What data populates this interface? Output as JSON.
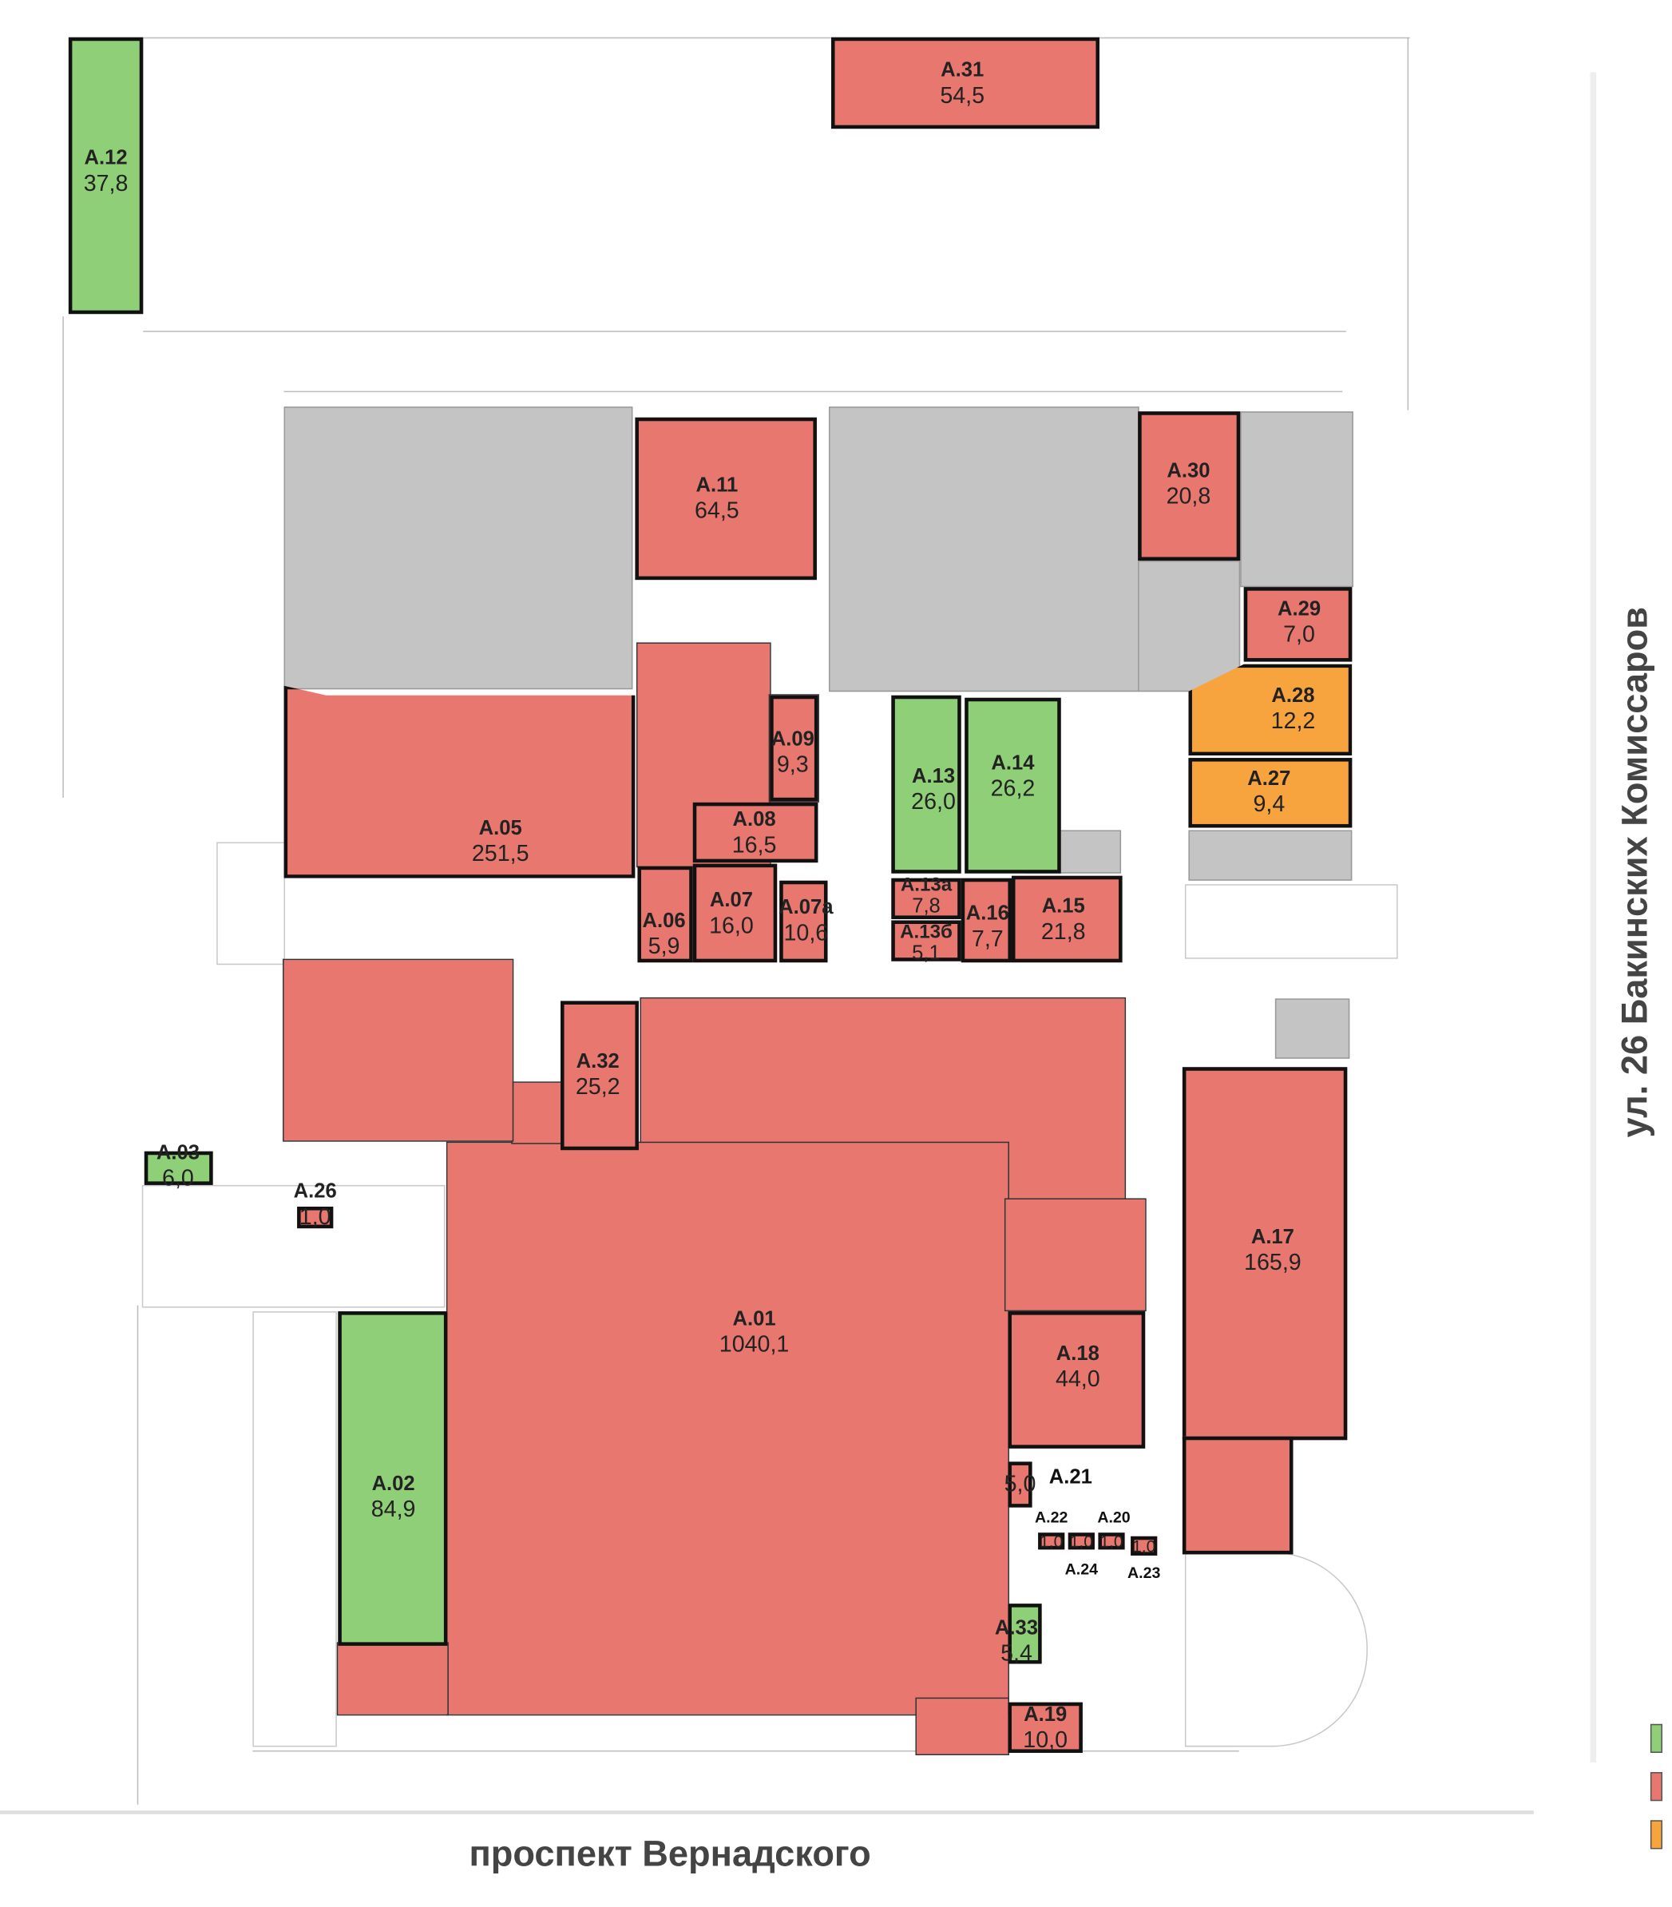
{
  "streets": {
    "right": "ул. 26 Бакинских Комиссаров",
    "bottom": "проспект Вернадского"
  },
  "colors": {
    "leased": "#e8776f",
    "free": "#8fcf78",
    "reserved": "#f8a43e",
    "common": "#c4c4c4"
  },
  "legend": [
    {
      "color": "#8fcf78"
    },
    {
      "color": "#e8776f"
    },
    {
      "color": "#f8a43e"
    }
  ],
  "rooms": [
    {
      "id": "A.01",
      "area": "1040,1",
      "status": "red"
    },
    {
      "id": "A.02",
      "area": "84,9",
      "status": "green"
    },
    {
      "id": "A.03",
      "area": "6,0",
      "status": "green"
    },
    {
      "id": "A.05",
      "area": "251,5",
      "status": "red"
    },
    {
      "id": "A.06",
      "area": "5,9",
      "status": "red"
    },
    {
      "id": "A.07",
      "area": "16,0",
      "status": "red"
    },
    {
      "id": "A.07а",
      "area": "10,6",
      "status": "red"
    },
    {
      "id": "A.08",
      "area": "16,5",
      "status": "red"
    },
    {
      "id": "A.09",
      "area": "9,3",
      "status": "red"
    },
    {
      "id": "A.11",
      "area": "64,5",
      "status": "red"
    },
    {
      "id": "A.12",
      "area": "37,8",
      "status": "green"
    },
    {
      "id": "A.13",
      "area": "26,0",
      "status": "green"
    },
    {
      "id": "A.13а",
      "area": "7,8",
      "status": "red"
    },
    {
      "id": "A.13б",
      "area": "5,1",
      "status": "red"
    },
    {
      "id": "A.14",
      "area": "26,2",
      "status": "green"
    },
    {
      "id": "A.15",
      "area": "21,8",
      "status": "red"
    },
    {
      "id": "A.16",
      "area": "7,7",
      "status": "red"
    },
    {
      "id": "A.17",
      "area": "165,9",
      "status": "red"
    },
    {
      "id": "A.18",
      "area": "44,0",
      "status": "red"
    },
    {
      "id": "A.19",
      "area": "10,0",
      "status": "red"
    },
    {
      "id": "A.20",
      "area": "1,0",
      "status": "red"
    },
    {
      "id": "A.21",
      "area": "5,0",
      "status": "red"
    },
    {
      "id": "A.22",
      "area": "1,0",
      "status": "red"
    },
    {
      "id": "A.23",
      "area": "1,0",
      "status": "red"
    },
    {
      "id": "A.24",
      "area": "1,0",
      "status": "red"
    },
    {
      "id": "A.26",
      "area": "1,0",
      "status": "red"
    },
    {
      "id": "A.27",
      "area": "9,4",
      "status": "orange"
    },
    {
      "id": "A.28",
      "area": "12,2",
      "status": "orange"
    },
    {
      "id": "A.29",
      "area": "7,0",
      "status": "red"
    },
    {
      "id": "A.30",
      "area": "20,8",
      "status": "red"
    },
    {
      "id": "A.31",
      "area": "54,5",
      "status": "red"
    },
    {
      "id": "A.32",
      "area": "25,2",
      "status": "red"
    },
    {
      "id": "A.33",
      "area": "5,4",
      "status": "green"
    }
  ]
}
